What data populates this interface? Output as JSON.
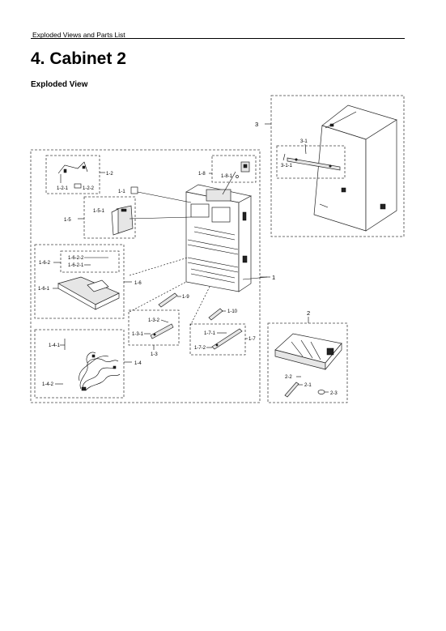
{
  "header": {
    "section": "Exploded Views and Parts List"
  },
  "title": "4.  Cabinet 2",
  "subtitle": "Exploded View",
  "callouts": {
    "c1": "1",
    "c1_1": "1-1",
    "c1_2": "1-2",
    "c1_2_1": "1-2-1",
    "c1_2_2": "1-2-2",
    "c1_3": "1-3",
    "c1_3_1": "1-3-1",
    "c1_3_2": "1-3-2",
    "c1_4": "1-4",
    "c1_4_1": "1-4-1",
    "c1_4_2": "1-4-2",
    "c1_5": "1-5",
    "c1_5_1": "1-5-1",
    "c1_6": "1-6",
    "c1_6_1": "1-6-1",
    "c1_6_2": "1-6-2",
    "c1_6_2_1": "1-6-2-1",
    "c1_6_2_2": "1-6-2-2",
    "c1_7": "1-7",
    "c1_7_1": "1-7-1",
    "c1_7_2": "1-7-2",
    "c1_8": "1-8",
    "c1_8_1": "1-8-1",
    "c1_9": "1-9",
    "c1_10": "1-10",
    "c2": "2",
    "c2_1": "2-1",
    "c2_2": "2-2",
    "c2_3": "2-3",
    "c3": "3",
    "c3_1": "3-1",
    "c3_1_1": "3-1-1"
  }
}
